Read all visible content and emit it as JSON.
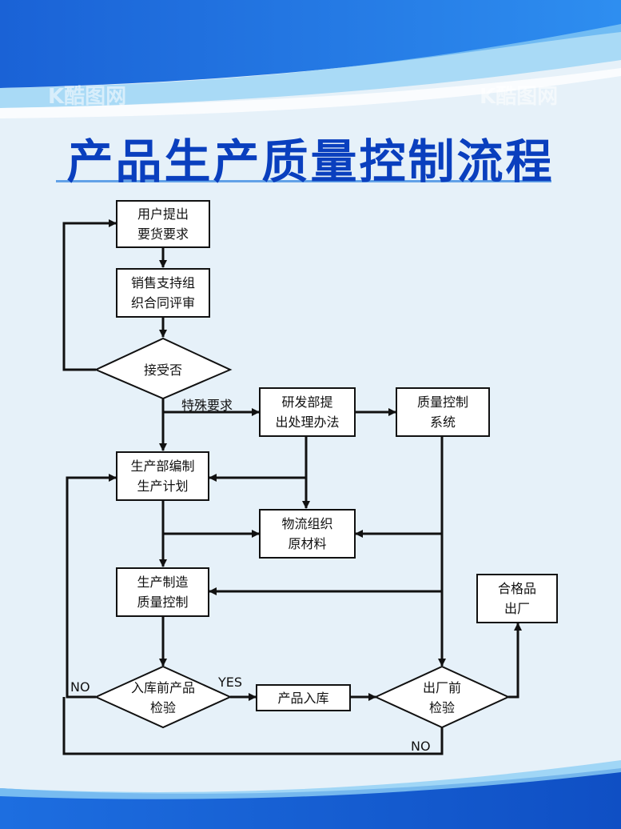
{
  "title": "产品生产质量控制流程",
  "watermark": "K酷图网",
  "nodes": {
    "user_request": "用户提出\n要货要求",
    "sales_review": "销售支持组\n织合同评审",
    "accept": "接受否",
    "rd_handle": "研发部提\n出处理办法",
    "quality_system": "质量控制\n系统",
    "production_plan": "生产部编制\n生产计划",
    "logistics": "物流组织\n原材料",
    "manufacture": "生产制造\n质量控制",
    "pre_storage_check": "入库前产品\n检验",
    "storage": "产品入库",
    "pre_shipment_check": "出厂前\n检验",
    "qualified_out": "合格品\n出厂"
  },
  "edge_labels": {
    "special": "特殊要求",
    "yes": "YES",
    "no_left": "NO",
    "no_bottom": "NO"
  },
  "colors": {
    "title": "#0a3fbe",
    "banner": "#1568d8",
    "line": "#111111"
  }
}
